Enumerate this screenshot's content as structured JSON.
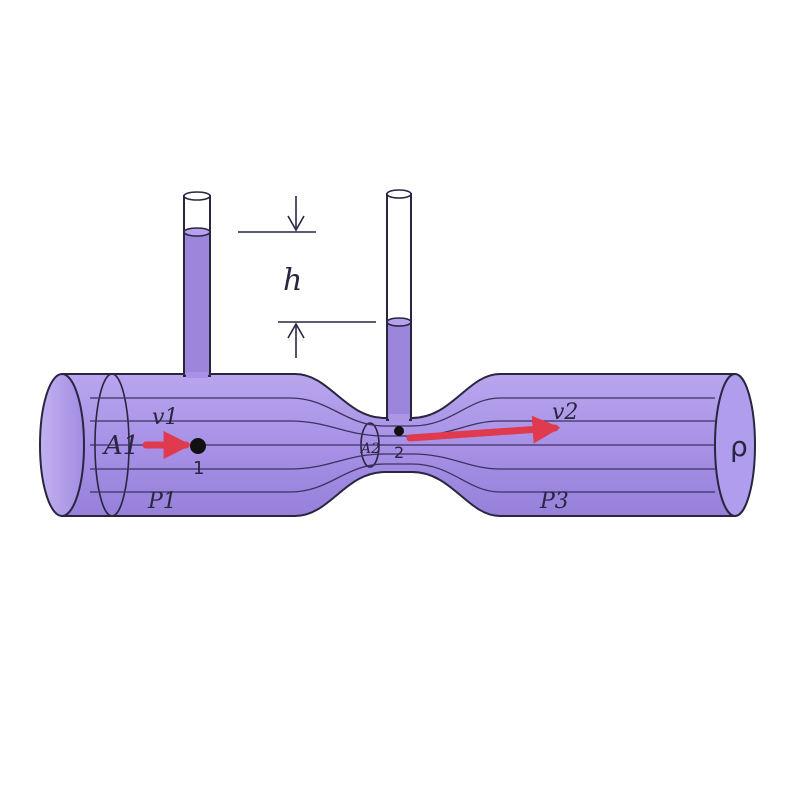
{
  "diagram": {
    "labels": {
      "height": "h",
      "area_inlet": "A1",
      "area_throat": "A2",
      "velocity_inlet": "v1",
      "velocity_outlet": "v2",
      "point_1": "1",
      "point_2": "2",
      "pressure_inlet": "P1",
      "pressure_outlet": "P3",
      "density": "ρ"
    },
    "colors": {
      "fluid": "#ab96e6",
      "fluid_dark": "#8e78d4",
      "fluid_column": "#9c86dc",
      "outline": "#2a2540",
      "arrow": "#e03a4e"
    }
  }
}
